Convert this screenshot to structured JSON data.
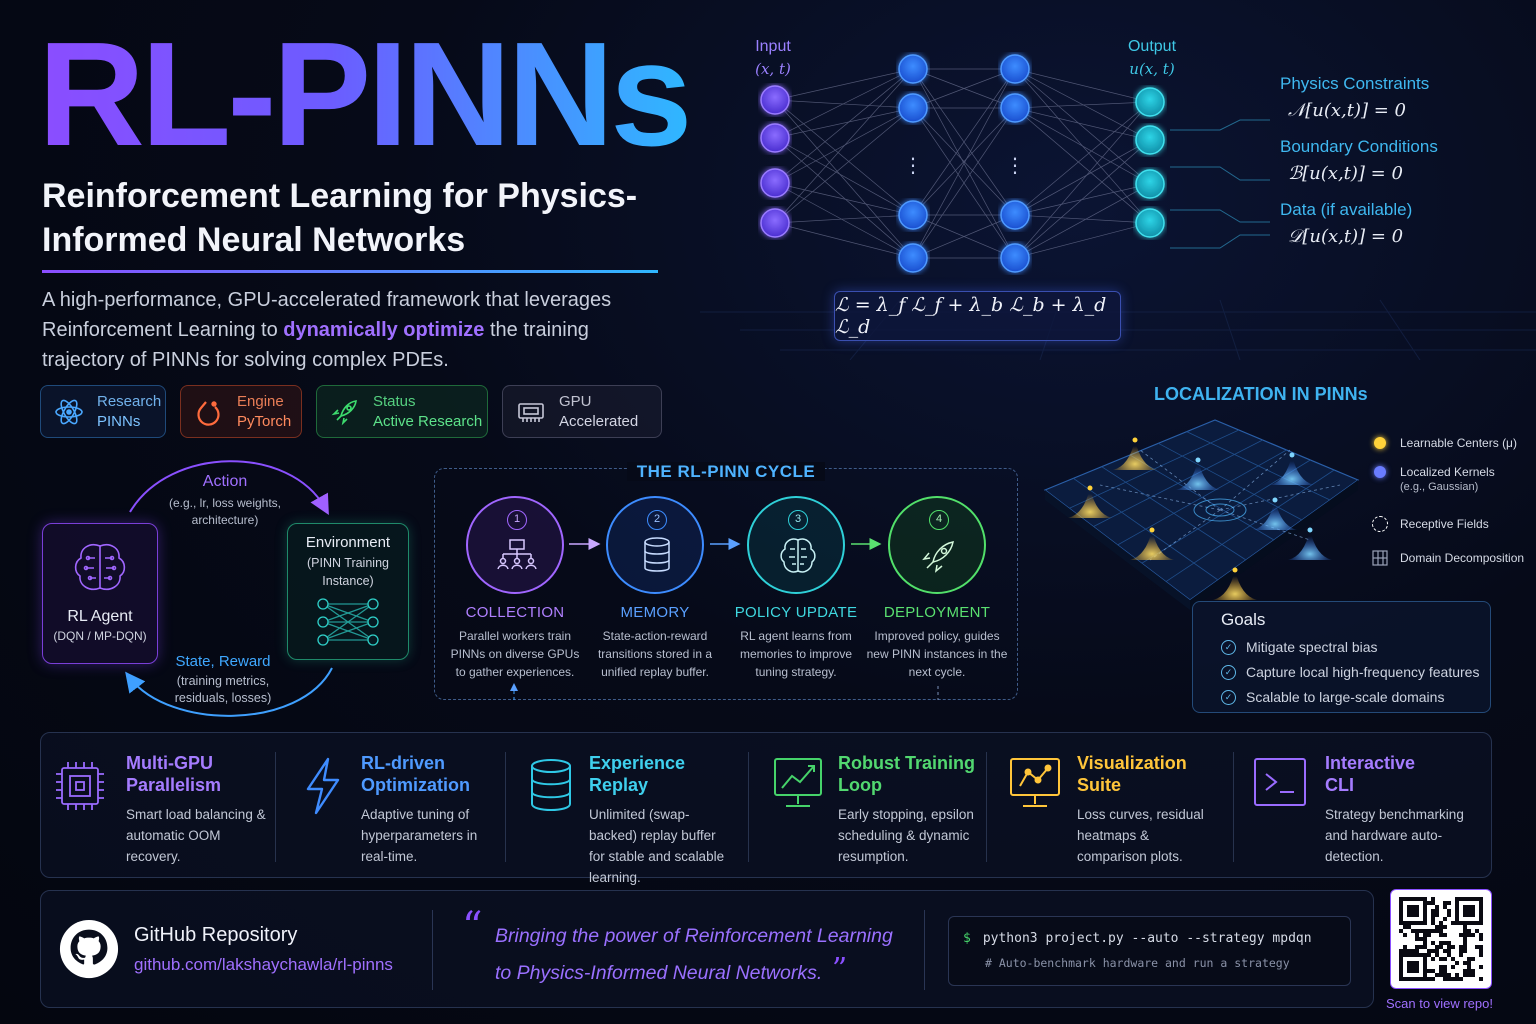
{
  "header": {
    "title": "RL-PINNs",
    "subtitle": "Reinforcement Learning for Physics-Informed Neural Networks",
    "description_before": "A high-performance, GPU-accelerated framework that leverages Reinforcement Learning to ",
    "description_highlight": "dynamically optimize",
    "description_after": " the training trajectory of PINNs for solving complex PDEs."
  },
  "badges": [
    {
      "label": "Research",
      "value": "PINNs",
      "icon": "atom-icon",
      "color": "#4aa8ff"
    },
    {
      "label": "Engine",
      "value": "PyTorch",
      "icon": "pytorch-icon",
      "color": "#ff6b3d"
    },
    {
      "label": "Status",
      "value": "Active Research",
      "icon": "rocket-icon",
      "color": "#3ddc6e"
    },
    {
      "label": "GPU",
      "value": "Accelerated",
      "icon": "gpu-icon",
      "color": "#b6b6c8"
    }
  ],
  "network": {
    "input_label": "Input",
    "input_vars": "(x, t)",
    "output_label": "Output",
    "output_vars": "u(x, t)",
    "dots": "⋮",
    "loss_formula": "ℒ = λ_f ℒ_f + λ_b ℒ_b + λ_d ℒ_d",
    "constraints": [
      {
        "title": "Physics Constraints",
        "formula": "𝒩[u(x,t)] = 0"
      },
      {
        "title": "Boundary Conditions",
        "formula": "ℬ[u(x,t)] = 0"
      },
      {
        "title": "Data (if available)",
        "formula": "𝒟[u(x,t)] = 0"
      }
    ]
  },
  "rl_loop": {
    "action_title": "Action",
    "action_desc_1": "(e.g., lr, loss weights,",
    "action_desc_2": "architecture)",
    "agent_title": "RL Agent",
    "agent_sub": "(DQN / MP-DQN)",
    "env_title": "Environment",
    "env_sub_1": "(PINN Training",
    "env_sub_2": "Instance)",
    "state_title": "State, Reward",
    "state_desc_1": "(training metrics,",
    "state_desc_2": "residuals, losses)"
  },
  "cycle": {
    "title": "THE RL-PINN CYCLE",
    "steps": [
      {
        "num": "1",
        "name": "COLLECTION",
        "desc": "Parallel workers train PINNs on diverse GPUs to gather experiences.",
        "color": "#a066ff",
        "icon": "workers-icon"
      },
      {
        "num": "2",
        "name": "MEMORY",
        "desc": "State-action-reward transitions stored in a unified replay buffer.",
        "color": "#3d8cff",
        "icon": "database-icon"
      },
      {
        "num": "3",
        "name": "POLICY UPDATE",
        "desc": "RL agent learns from memories to improve tuning strategy.",
        "color": "#2fd0d8",
        "icon": "brain-icon"
      },
      {
        "num": "4",
        "name": "DEPLOYMENT",
        "desc": "Improved policy, guides new PINN instances in the next cycle.",
        "color": "#52e06a",
        "icon": "rocket-icon"
      }
    ]
  },
  "localization": {
    "title": "LOCALIZATION IN PINNs",
    "legend": [
      {
        "label": "Learnable Centers (μ)",
        "sub": "",
        "color": "#ffd23a"
      },
      {
        "label": "Localized Kernels",
        "sub": "(e.g., Gaussian)",
        "color": "#6a7cff"
      },
      {
        "label": "Receptive Fields",
        "sub": "",
        "color": "#ffffff"
      },
      {
        "label": "Domain Decomposition",
        "sub": "",
        "color": "#9aa3b8"
      }
    ],
    "goals_title": "Goals",
    "goals": [
      "Mitigate spectral bias",
      "Capture local high-frequency features",
      "Scalable to large-scale domains"
    ]
  },
  "features": [
    {
      "title_1": "Multi-GPU",
      "title_2": "Parallelism",
      "desc": "Smart load balancing & automatic OOM recovery.",
      "color": "#9a6bff",
      "icon": "chip-icon"
    },
    {
      "title_1": "RL-driven",
      "title_2": "Optimization",
      "desc": "Adaptive tuning of hyperparameters in real-time.",
      "color": "#3f8cff",
      "icon": "lightning-icon"
    },
    {
      "title_1": "Experience",
      "title_2": "Replay",
      "desc": "Unlimited (swap-backed) replay buffer for stable and scalable learning.",
      "color": "#2fc8e6",
      "icon": "database-icon"
    },
    {
      "title_1": "Robust Training",
      "title_2": "Loop",
      "desc": "Early stopping, epsilon scheduling & dynamic resumption.",
      "color": "#46d36a",
      "icon": "chart-monitor-icon"
    },
    {
      "title_1": "Visualization",
      "title_2": "Suite",
      "desc": "Loss curves, residual heatmaps & comparison plots.",
      "color": "#ffc53a",
      "icon": "visualization-icon"
    },
    {
      "title_1": "Interactive",
      "title_2": "CLI",
      "desc": "Strategy benchmarking and hardware auto-detection.",
      "color": "#9a6bff",
      "icon": "terminal-icon"
    }
  ],
  "footer": {
    "repo_title": "GitHub Repository",
    "repo_url": "github.com/lakshaychawla/rl-pinns",
    "quote_1": "Bringing the power of Reinforcement Learning",
    "quote_2": "to Physics-Informed Neural Networks.",
    "cmd_prompt": "$",
    "cmd": "python3 project.py --auto --strategy mpdqn",
    "cmd_comment": "# Auto-benchmark hardware and run a strategy",
    "qr_caption": "Scan to view repo!"
  }
}
